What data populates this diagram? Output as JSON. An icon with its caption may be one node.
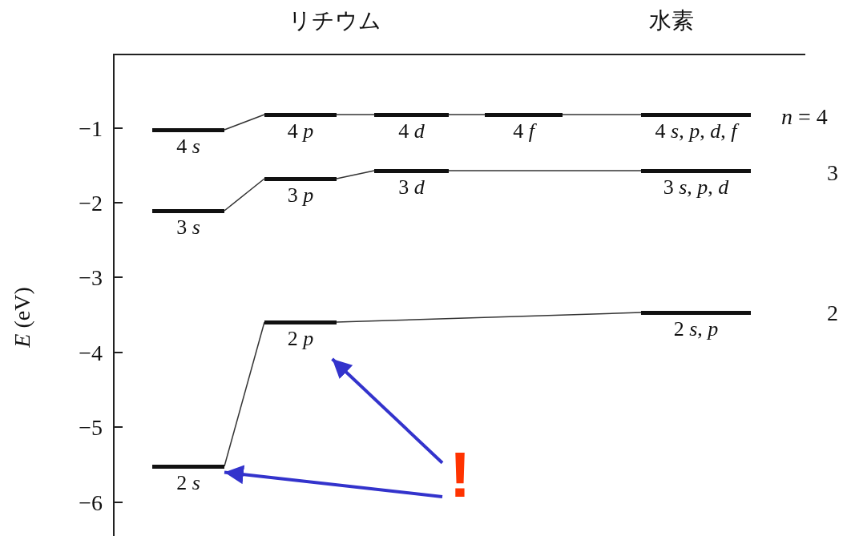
{
  "diagram": {
    "nodes": [
      {
        "text": [
          "4 *s*"
        ]
      },
      {
        "text": [
          "4 *p*"
        ]
      },
      {
        "text": [
          "4 *d*"
        ]
      },
      {
        "text": [
          "4 *f*"
        ]
      },
      {
        "text": [
          "4 *s*, *p*, *d*, *f*"
        ]
      },
      {
        "text": [
          "3 *s*"
        ]
      },
      {
        "text": [
          "3 *p*"
        ]
      },
      {
        "text": [
          "3 *d*"
        ]
      },
      {
        "text": [
          "3 *s*, *p*, *d*"
        ]
      },
      {
        "text": [
          "2 *p*"
        ]
      },
      {
        "text": [
          "2 *s*, *p*"
        ]
      },
      {
        "text": [
          "2 *s*"
        ]
      },
      {
        "text": [
          "!"
        ]
      }
    ],
    "edges": [
      {
        "from": 0,
        "to": 1,
        "arrow": "none"
      },
      {
        "from": 1,
        "to": 2,
        "arrow": "none"
      },
      {
        "from": 2,
        "to": 3,
        "arrow": "none"
      },
      {
        "from": 3,
        "to": 4,
        "arrow": "none"
      },
      {
        "from": 5,
        "to": 6,
        "arrow": "none"
      },
      {
        "from": 6,
        "to": 7,
        "arrow": "none"
      },
      {
        "from": 7,
        "to": 8,
        "arrow": "none"
      },
      {
        "from": 11,
        "to": 9,
        "arrow": "none"
      },
      {
        "from": 9,
        "to": 10,
        "arrow": "none"
      },
      {
        "from": 12,
        "to": 9,
        "arrow": "to",
        "style": "thick",
        "color": "#3333cc"
      },
      {
        "from": 12,
        "to": 11,
        "arrow": "to",
        "style": "thick",
        "color": "#3333cc"
      }
    ],
    "labels": [
      "リチウム",
      "水素",
      "*n* = 4",
      "3",
      "2",
      "*E* (eV)",
      "−1",
      "−2",
      "−3",
      "−4",
      "−5",
      "−6"
    ]
  }
}
